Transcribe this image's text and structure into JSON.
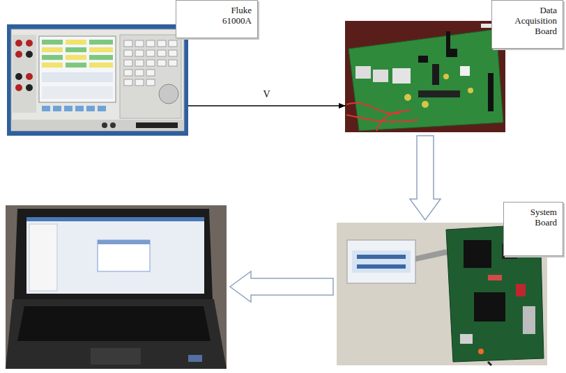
{
  "diagram": {
    "nodes": [
      {
        "text": [
          "Fluke 61000A"
        ]
      },
      {
        "text": [
          "Data Acquisition Board"
        ]
      },
      {
        "text": [
          "System Board"
        ]
      }
    ],
    "edges": [
      {
        "from": 0,
        "to": 1,
        "arrow": "to",
        "label": "V"
      },
      {
        "from": 1,
        "to": 2,
        "arrow": "to"
      }
    ]
  }
}
